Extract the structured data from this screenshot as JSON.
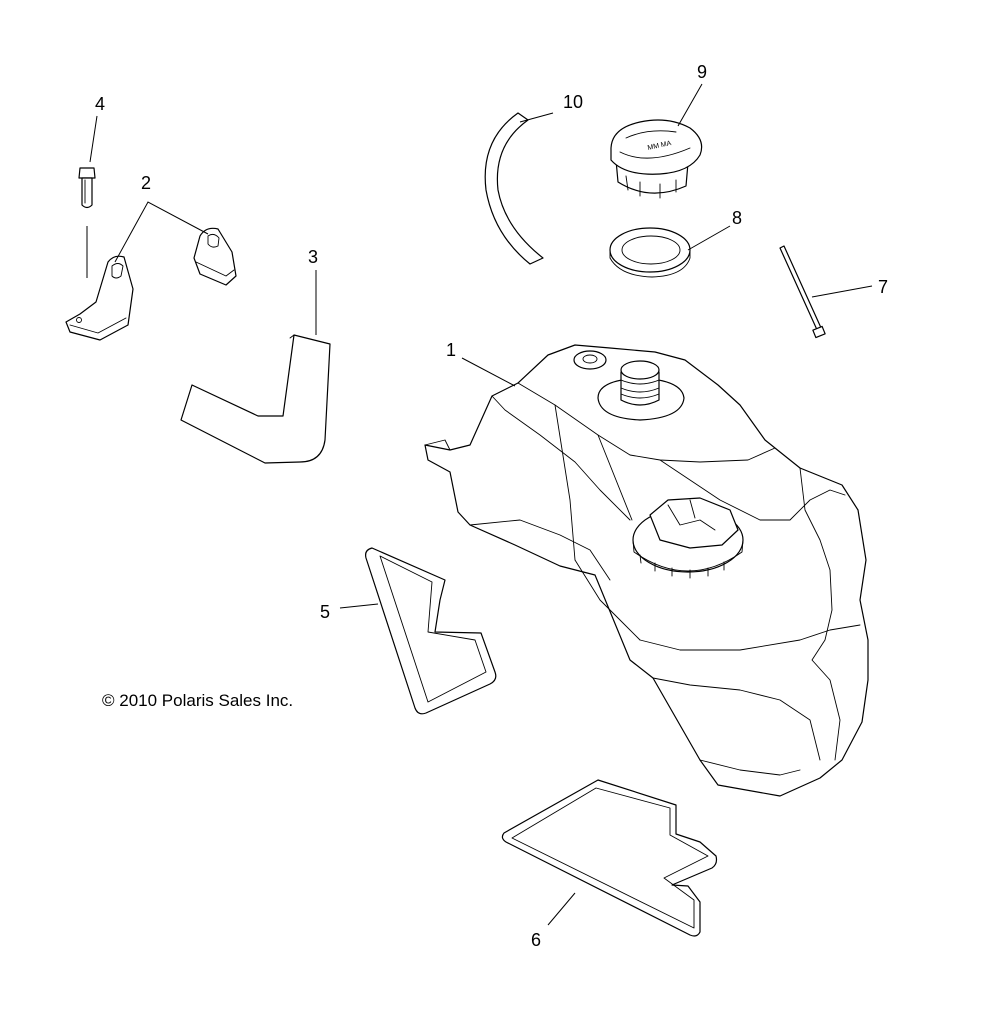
{
  "diagram": {
    "copyright": "© 2010 Polaris Sales Inc.",
    "callouts": [
      {
        "id": "1",
        "label": "1"
      },
      {
        "id": "2",
        "label": "2"
      },
      {
        "id": "3",
        "label": "3"
      },
      {
        "id": "4",
        "label": "4"
      },
      {
        "id": "5",
        "label": "5"
      },
      {
        "id": "6",
        "label": "6"
      },
      {
        "id": "7",
        "label": "7"
      },
      {
        "id": "8",
        "label": "8"
      },
      {
        "id": "9",
        "label": "9"
      },
      {
        "id": "10",
        "label": "10"
      }
    ]
  }
}
